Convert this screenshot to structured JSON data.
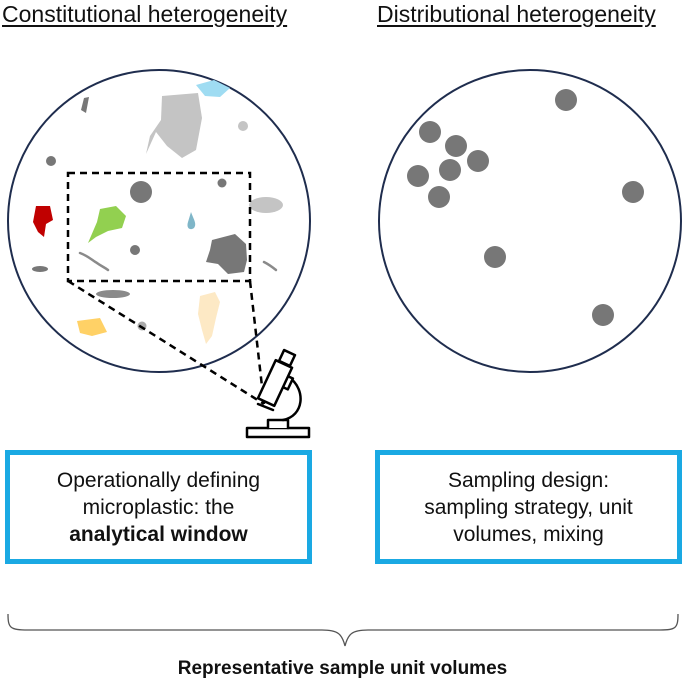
{
  "headings": {
    "left": "Constitutional heterogeneity",
    "right": "Distributional heterogeneity"
  },
  "boxes": {
    "left": {
      "line1": "Operationally defining",
      "line2": "microplastic: the",
      "line3_bold": "analytical window"
    },
    "right": {
      "line1": "Sampling design:",
      "line2": "sampling strategy, unit",
      "line3": "volumes, mixing"
    }
  },
  "footer": "Representative sample unit volumes",
  "colors": {
    "circle_outline": "#1f2d4e",
    "box_border": "#1aa9e3",
    "particle_dark": "#777777",
    "particle_light": "#c4c4c4",
    "particle_red": "#c00000",
    "particle_green": "#92d050",
    "particle_blue": "#9fdcf2",
    "particle_teal": "#7fb6c8",
    "particle_yellow": "#ffd166",
    "particle_cream": "#fde9c5"
  },
  "icons": [
    "microscope-icon",
    "brace-icon"
  ]
}
